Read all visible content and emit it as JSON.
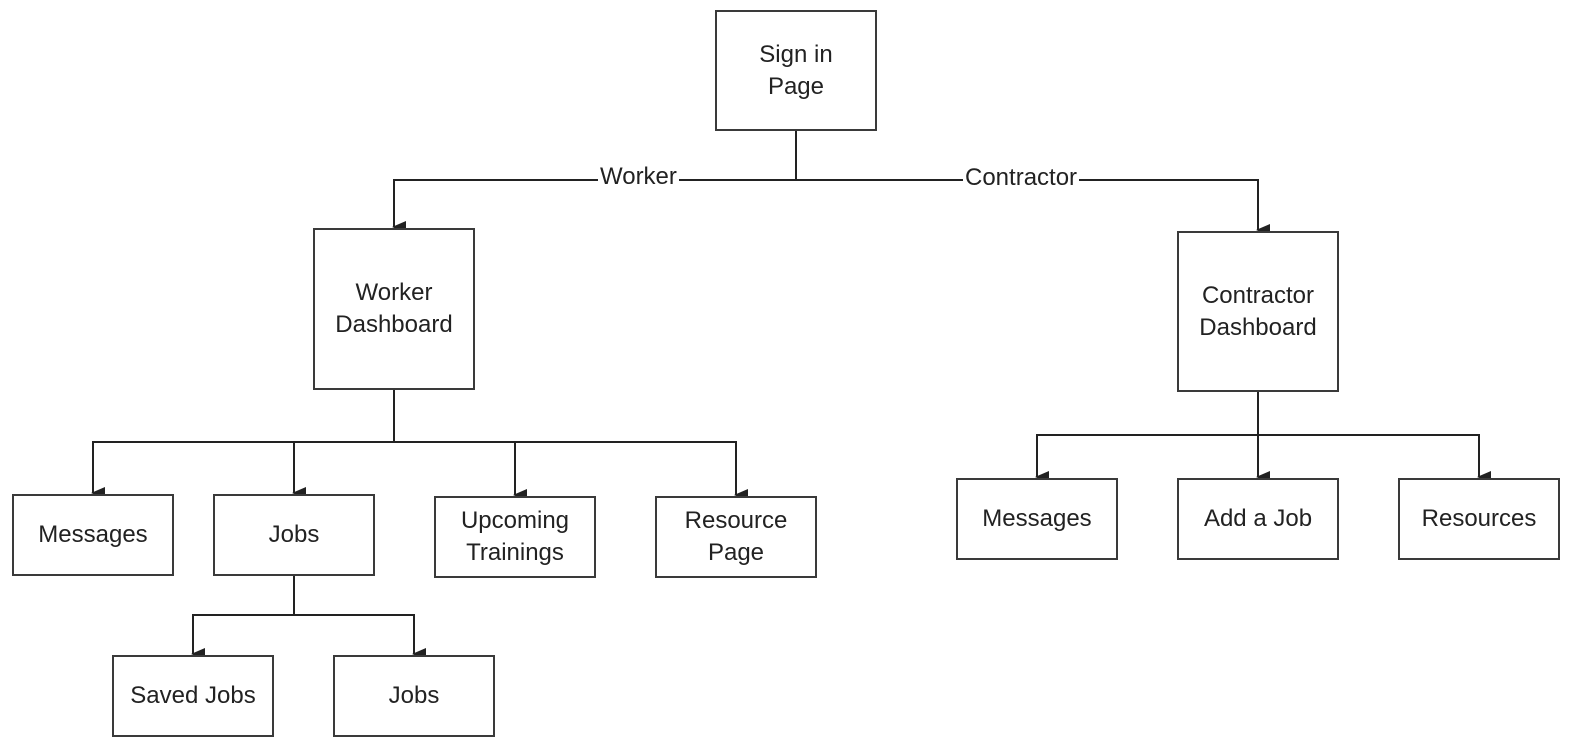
{
  "diagram": {
    "nodes": {
      "sign_in": [
        "Sign in",
        "Page"
      ],
      "worker_dashboard": [
        "Worker",
        "Dashboard"
      ],
      "contractor_dashboard": [
        "Contractor",
        "Dashboard"
      ],
      "worker_messages": [
        "Messages"
      ],
      "worker_jobs": [
        "Jobs"
      ],
      "upcoming_trainings": [
        "Upcoming",
        "Trainings"
      ],
      "resource_page": [
        "Resource",
        "Page"
      ],
      "saved_jobs": [
        "Saved Jobs"
      ],
      "jobs_child": [
        "Jobs"
      ],
      "contractor_messages": [
        "Messages"
      ],
      "add_a_job": [
        "Add a Job"
      ],
      "resources": [
        "Resources"
      ]
    },
    "edge_labels": {
      "worker": "Worker",
      "contractor": "Contractor"
    },
    "edges": [
      {
        "from": "sign_in",
        "to": "worker_dashboard",
        "label": "worker"
      },
      {
        "from": "sign_in",
        "to": "contractor_dashboard",
        "label": "contractor"
      },
      {
        "from": "worker_dashboard",
        "to": "worker_messages"
      },
      {
        "from": "worker_dashboard",
        "to": "worker_jobs"
      },
      {
        "from": "worker_dashboard",
        "to": "upcoming_trainings"
      },
      {
        "from": "worker_dashboard",
        "to": "resource_page"
      },
      {
        "from": "worker_jobs",
        "to": "saved_jobs"
      },
      {
        "from": "worker_jobs",
        "to": "jobs_child"
      },
      {
        "from": "contractor_dashboard",
        "to": "contractor_messages"
      },
      {
        "from": "contractor_dashboard",
        "to": "add_a_job"
      },
      {
        "from": "contractor_dashboard",
        "to": "resources"
      }
    ]
  }
}
